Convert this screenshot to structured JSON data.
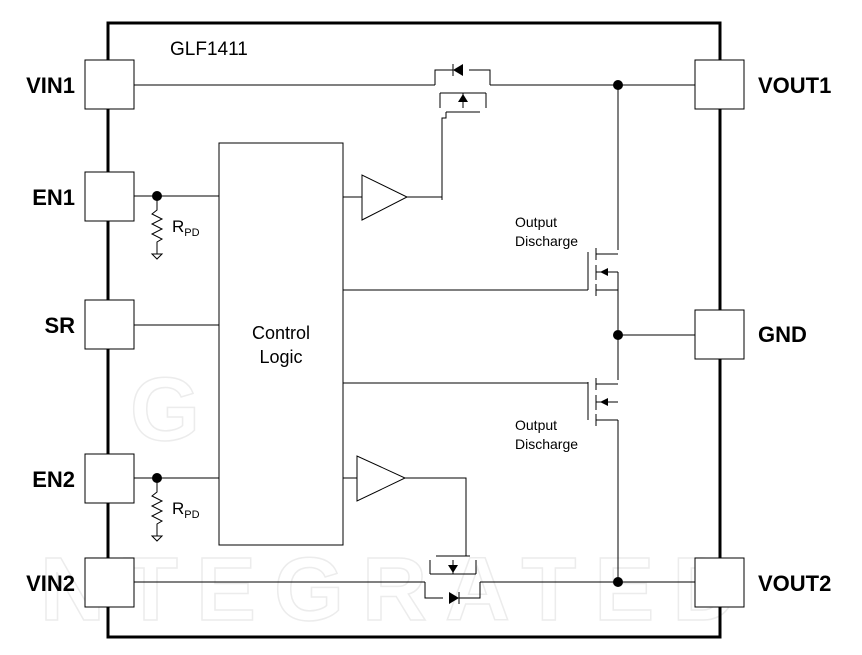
{
  "chip_name": "GLF1411",
  "pins": {
    "left": [
      "VIN1",
      "EN1",
      "SR",
      "EN2",
      "VIN2"
    ],
    "right": [
      "VOUT1",
      "GND",
      "VOUT2"
    ]
  },
  "control_block": {
    "line1": "Control",
    "line2": "Logic"
  },
  "resistor": {
    "symbol": "R",
    "subscript": "PD"
  },
  "discharge": {
    "top": {
      "line1": "Output",
      "line2": "Discharge"
    },
    "bottom": {
      "line1": "Output",
      "line2": "Discharge"
    }
  }
}
